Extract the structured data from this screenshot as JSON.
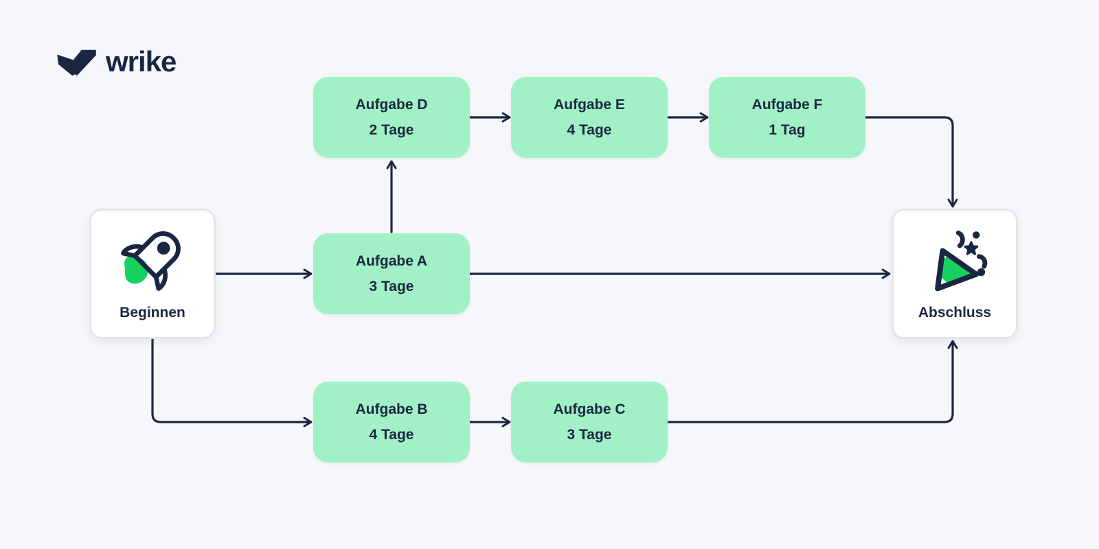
{
  "brand": {
    "name": "wrike"
  },
  "palette": {
    "background": "#F5F7FA",
    "task_fill": "#A2F0C5",
    "ink": "#1A2742",
    "accent_green": "#17D15F",
    "card_bg": "#FFFFFF",
    "card_border": "#E4E6EA"
  },
  "nodes": {
    "start": {
      "label": "Beginnen",
      "icon": "rocket-icon"
    },
    "end": {
      "label": "Abschluss",
      "icon": "party-popper-icon"
    },
    "tasks": [
      {
        "title": "Aufgabe A",
        "duration": "3 Tage"
      },
      {
        "title": "Aufgabe B",
        "duration": "4 Tage"
      },
      {
        "title": "Aufgabe C",
        "duration": "3 Tage"
      },
      {
        "title": "Aufgabe D",
        "duration": "2 Tage"
      },
      {
        "title": "Aufgabe E",
        "duration": "4 Tage"
      },
      {
        "title": "Aufgabe F",
        "duration": "1 Tag"
      }
    ]
  },
  "edges": [
    {
      "from": "Beginnen",
      "to": "Aufgabe A"
    },
    {
      "from": "Beginnen",
      "to": "Aufgabe B"
    },
    {
      "from": "Aufgabe A",
      "to": "Aufgabe D"
    },
    {
      "from": "Aufgabe A",
      "to": "Abschluss"
    },
    {
      "from": "Aufgabe B",
      "to": "Aufgabe C"
    },
    {
      "from": "Aufgabe C",
      "to": "Abschluss"
    },
    {
      "from": "Aufgabe D",
      "to": "Aufgabe E"
    },
    {
      "from": "Aufgabe E",
      "to": "Aufgabe F"
    },
    {
      "from": "Aufgabe F",
      "to": "Abschluss"
    }
  ]
}
